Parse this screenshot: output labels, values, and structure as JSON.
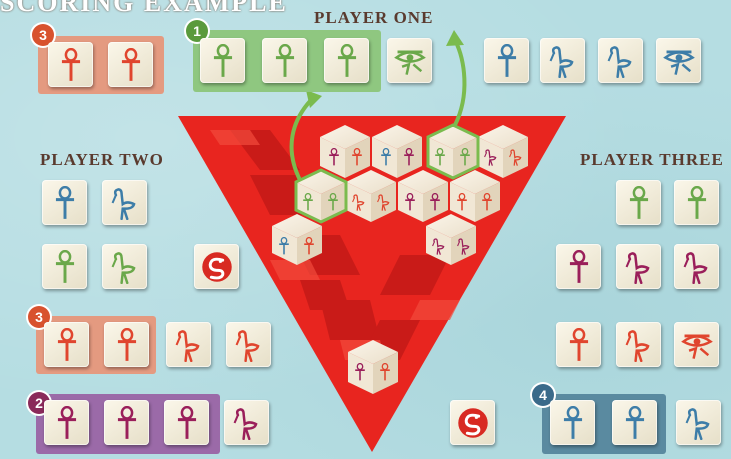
{
  "title": "SCORING EXAMPLE",
  "players": {
    "one": "PLAYER ONE",
    "two": "PLAYER TWO",
    "three": "PLAYER THREE"
  },
  "badges": {
    "top_left": "3",
    "player_one": "1",
    "p2_salmon": "3",
    "p2_purple": "2",
    "p3_blue": "4"
  },
  "colors": {
    "red_ankh": "#e0452e",
    "green_ankh": "#6aa84a",
    "blue_ankh": "#3d7da8",
    "purple_ankh": "#9a1f5a",
    "pyramid": "#e8251f",
    "arrow": "#7bbb4e"
  }
}
